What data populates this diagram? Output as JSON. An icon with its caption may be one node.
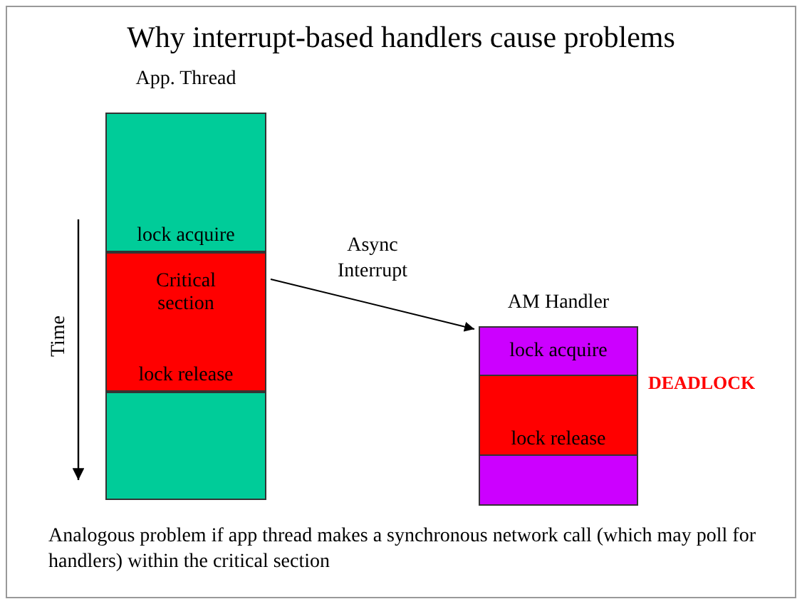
{
  "diagram": {
    "title": "Why interrupt-based handlers cause problems",
    "nodes": [
      {
        "text": [
          "App. Thread"
        ]
      },
      {
        "text": [
          "lock acquire"
        ],
        "in": 0
      },
      {
        "text": [
          "Critical section",
          "lock release"
        ],
        "in": 0
      },
      {
        "text": [],
        "shape": "box",
        "in": 0
      },
      {
        "text": [
          "AM Handler"
        ]
      },
      {
        "text": [
          "lock acquire"
        ],
        "in": 4
      },
      {
        "text": [
          "lock release"
        ],
        "in": 4
      },
      {
        "text": [],
        "shape": "box",
        "in": 4
      }
    ],
    "edges": [
      {
        "from": 2,
        "to": 4,
        "arrow": "to",
        "label": "Async Interrupt"
      }
    ],
    "labels": [
      "Time",
      "DEADLOCK",
      "Analogous problem if app thread makes a synchronous network call (which may poll for handlers) within the critical section"
    ]
  }
}
